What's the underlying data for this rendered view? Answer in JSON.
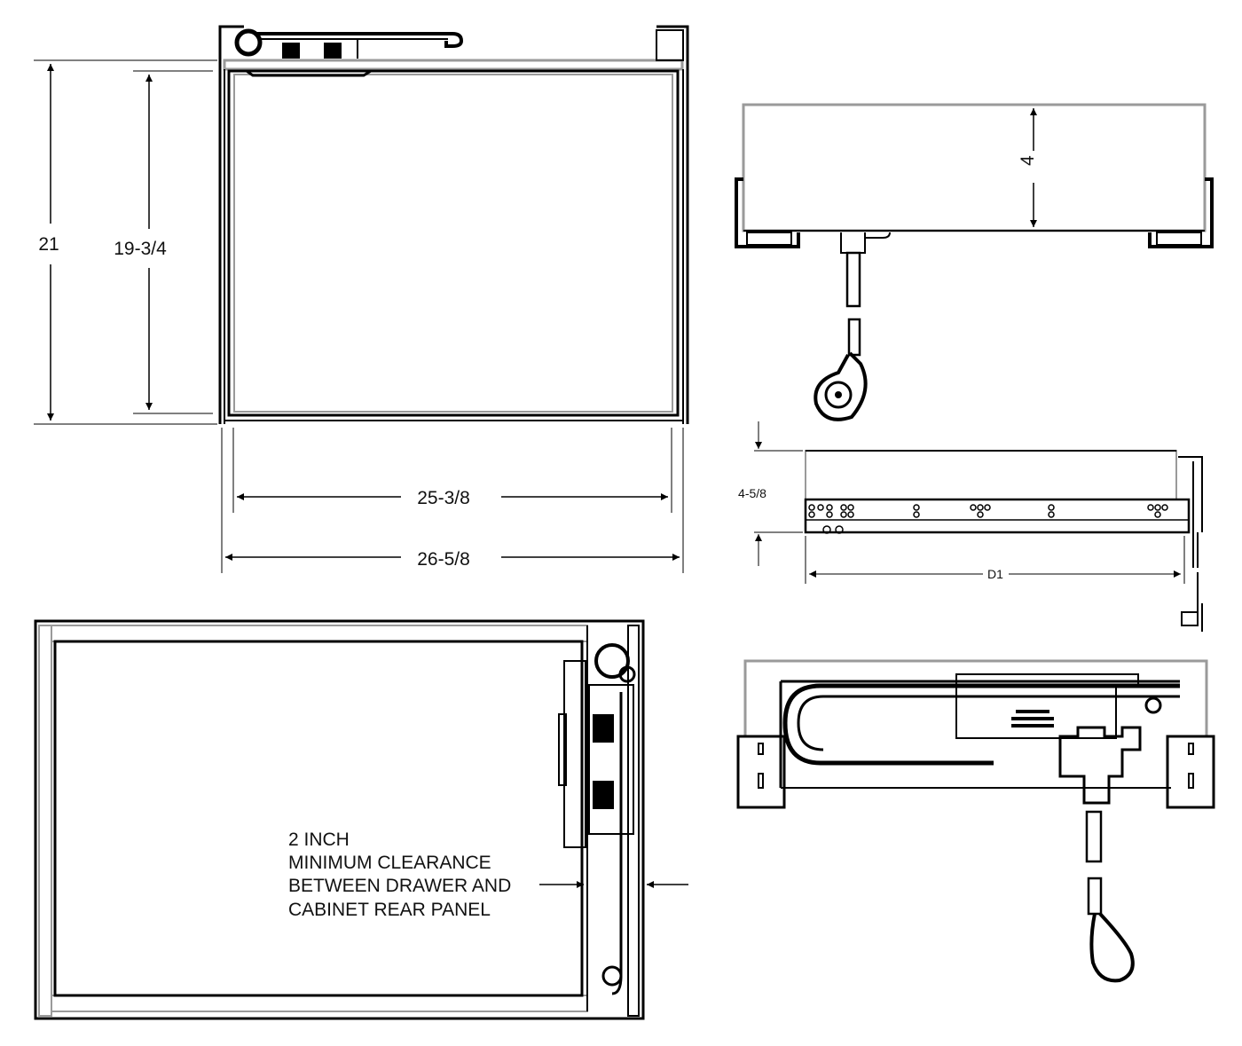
{
  "front_view": {
    "height_outer": "21",
    "height_inner": "19-3/4",
    "width_inner": "25-3/8",
    "width_outer": "26-5/8"
  },
  "side_view_top": {
    "height": "4"
  },
  "side_view_rail": {
    "height": "4-5/8",
    "depth": "D1"
  },
  "top_view": {
    "clearance_note": [
      "2 INCH",
      "MINIMUM CLEARANCE",
      "BETWEEN DRAWER AND",
      "CABINET REAR PANEL"
    ]
  }
}
